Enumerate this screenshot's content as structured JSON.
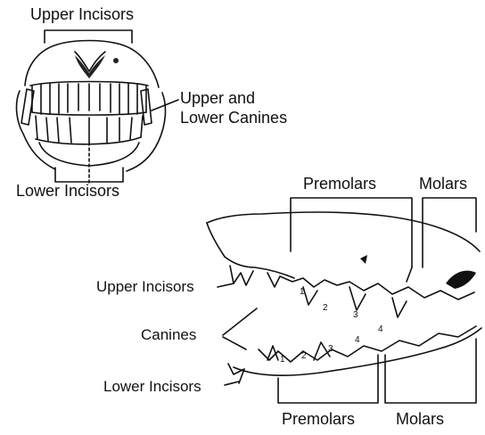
{
  "front_view": {
    "upper_incisors": "Upper Incisors",
    "canines_line1": "Upper and",
    "canines_line2": "Lower Canines",
    "lower_incisors": "Lower Incisors"
  },
  "side_view": {
    "premolars_top": "Premolars",
    "molars_top": "Molars",
    "upper_incisors": "Upper Incisors",
    "canines": "Canines",
    "lower_incisors": "Lower Incisors",
    "premolars_bottom": "Premolars",
    "molars_bottom": "Molars",
    "upper_tooth_numbers": [
      "1",
      "2",
      "3",
      "4"
    ],
    "lower_tooth_numbers": [
      "1",
      "2",
      "3",
      "4"
    ]
  },
  "colors": {
    "ink": "#111111",
    "paper": "#ffffff"
  }
}
